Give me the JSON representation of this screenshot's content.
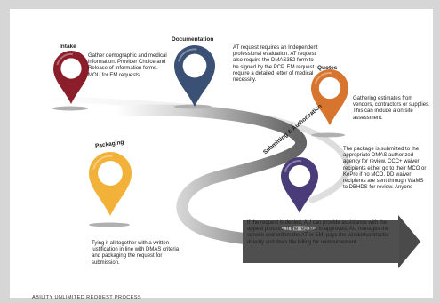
{
  "steps": [
    {
      "id": "intake",
      "label": "Intake",
      "color": "#8b1e2a",
      "description": "Gather demographic and medical information. Provider Choice and Release of Information forms. MOU for EM requests."
    },
    {
      "id": "documentation",
      "label": "Documentation",
      "color": "#3a5074",
      "description": "AT request requires an Independent professional evaluation. AT request also require the DMAS352 form to be signed by the PCP. EM request require a detailed letter of medical necessity."
    },
    {
      "id": "quotes",
      "label": "Quotes",
      "color": "#d7742d",
      "description": "Gathering estimates from vendors, contractors or supplies. This can include a on site assessment."
    },
    {
      "id": "submitting",
      "label": "Submitting & Authorization",
      "color": "#4a3c78",
      "description": "The package is submitted to the appropriate DMAS authorized agency for review. CCC+ waiver recipients either go to their MCO or KePro if no MCO. DD waiver recipients are sent through WaMS to DBHDS for review. Anyone"
    },
    {
      "id": "packaging",
      "label": "Packaging",
      "color": "#f2b23a",
      "description": "Tying it all together with a written justification in line with DMAS criteria and packaging the request for submission."
    }
  ],
  "outcome": {
    "description": "If the request is denied, AU can provide assistance with the appeal process. If the request is approved, AU manages the service and orders the AT or EM, pays the vendor/contractor directly and does the billing for reimbursement."
  },
  "footer": "ABILITY UNLIMITED REQUEST PROCESS",
  "colors": {
    "road": "#4a4a4a",
    "road_edge": "#8a8a8a",
    "background": "#ffffff",
    "frame": "#d6d6d6"
  }
}
